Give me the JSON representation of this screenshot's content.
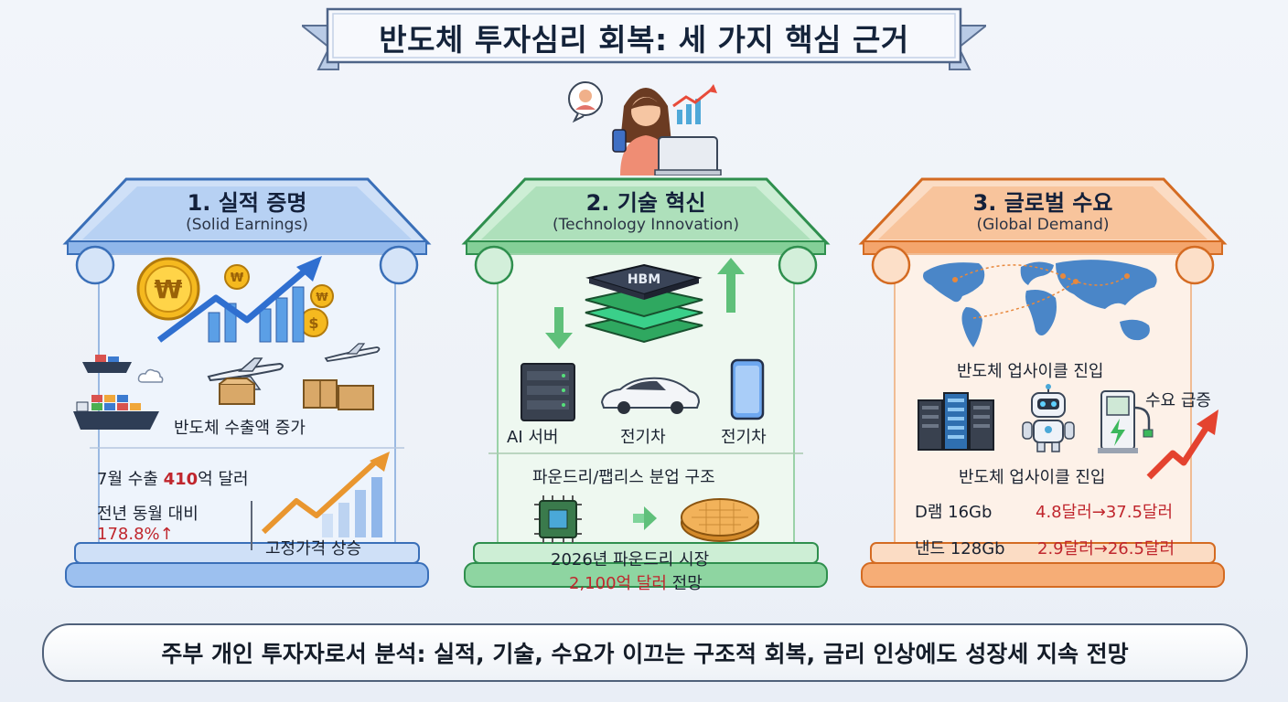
{
  "title": "반도체 투자심리 회복: 세 가지 핵심 근거",
  "colors": {
    "blue": "#4a8fe0",
    "green": "#4fb86e",
    "orange": "#f2924a",
    "red": "#c0262d"
  },
  "pillars": [
    {
      "title": "1. 실적 증명",
      "subtitle": "(Solid Earnings)",
      "icons": [
        "won-coin-icon",
        "dollar-coin-icon",
        "rising-bar-chart-icon",
        "cargo-ship-icon",
        "airplane-icon",
        "package-icon"
      ],
      "export_label": "반도체 수출액 증가",
      "july_prefix": "7월 수출 ",
      "july_value": "410",
      "july_suffix": "억 달러",
      "yoy_label": "전년 동월 대비",
      "yoy_value": "178.8%↑",
      "fixed_price_label": "고정가격 상승"
    },
    {
      "title": "2. 기술 혁신",
      "subtitle": "(Technology Innovation)",
      "hbm_label": "HBM",
      "icons": [
        "hbm-chip-icon",
        "server-icon",
        "electric-car-icon",
        "smartphone-icon",
        "chip-icon",
        "wafer-icon"
      ],
      "device_labels": [
        "AI 서버",
        "전기차",
        "전기차"
      ],
      "structure_label": "파운드리/팹리스 분업 구조",
      "market_line1": "2026년 파운드리 시장",
      "market_value": "2,100억 달러",
      "market_suffix": " 전망"
    },
    {
      "title": "3. 글로벌 수요",
      "subtitle": "(Global Demand)",
      "icons": [
        "world-map-icon",
        "server-rack-icon",
        "robot-icon",
        "ev-charger-icon",
        "rising-arrow-icon"
      ],
      "upcycle_label_top": "반도체 업사이클 진입",
      "demand_label": "수요 급증",
      "upcycle_label_bottom": "반도체 업사이클 진입",
      "dram_label": "D램 16Gb",
      "dram_from": "4.8",
      "dram_to": "달러→37.5달러",
      "nand_label": "낸드 128Gb",
      "nand_from": "2.9",
      "nand_to": "달러→26.5달러"
    }
  ],
  "footer": "주부 개인 투자자로서 분석: 실적, 기술, 수요가 이끄는 구조적 회복, 금리 인상에도 성장세 지속 전망"
}
